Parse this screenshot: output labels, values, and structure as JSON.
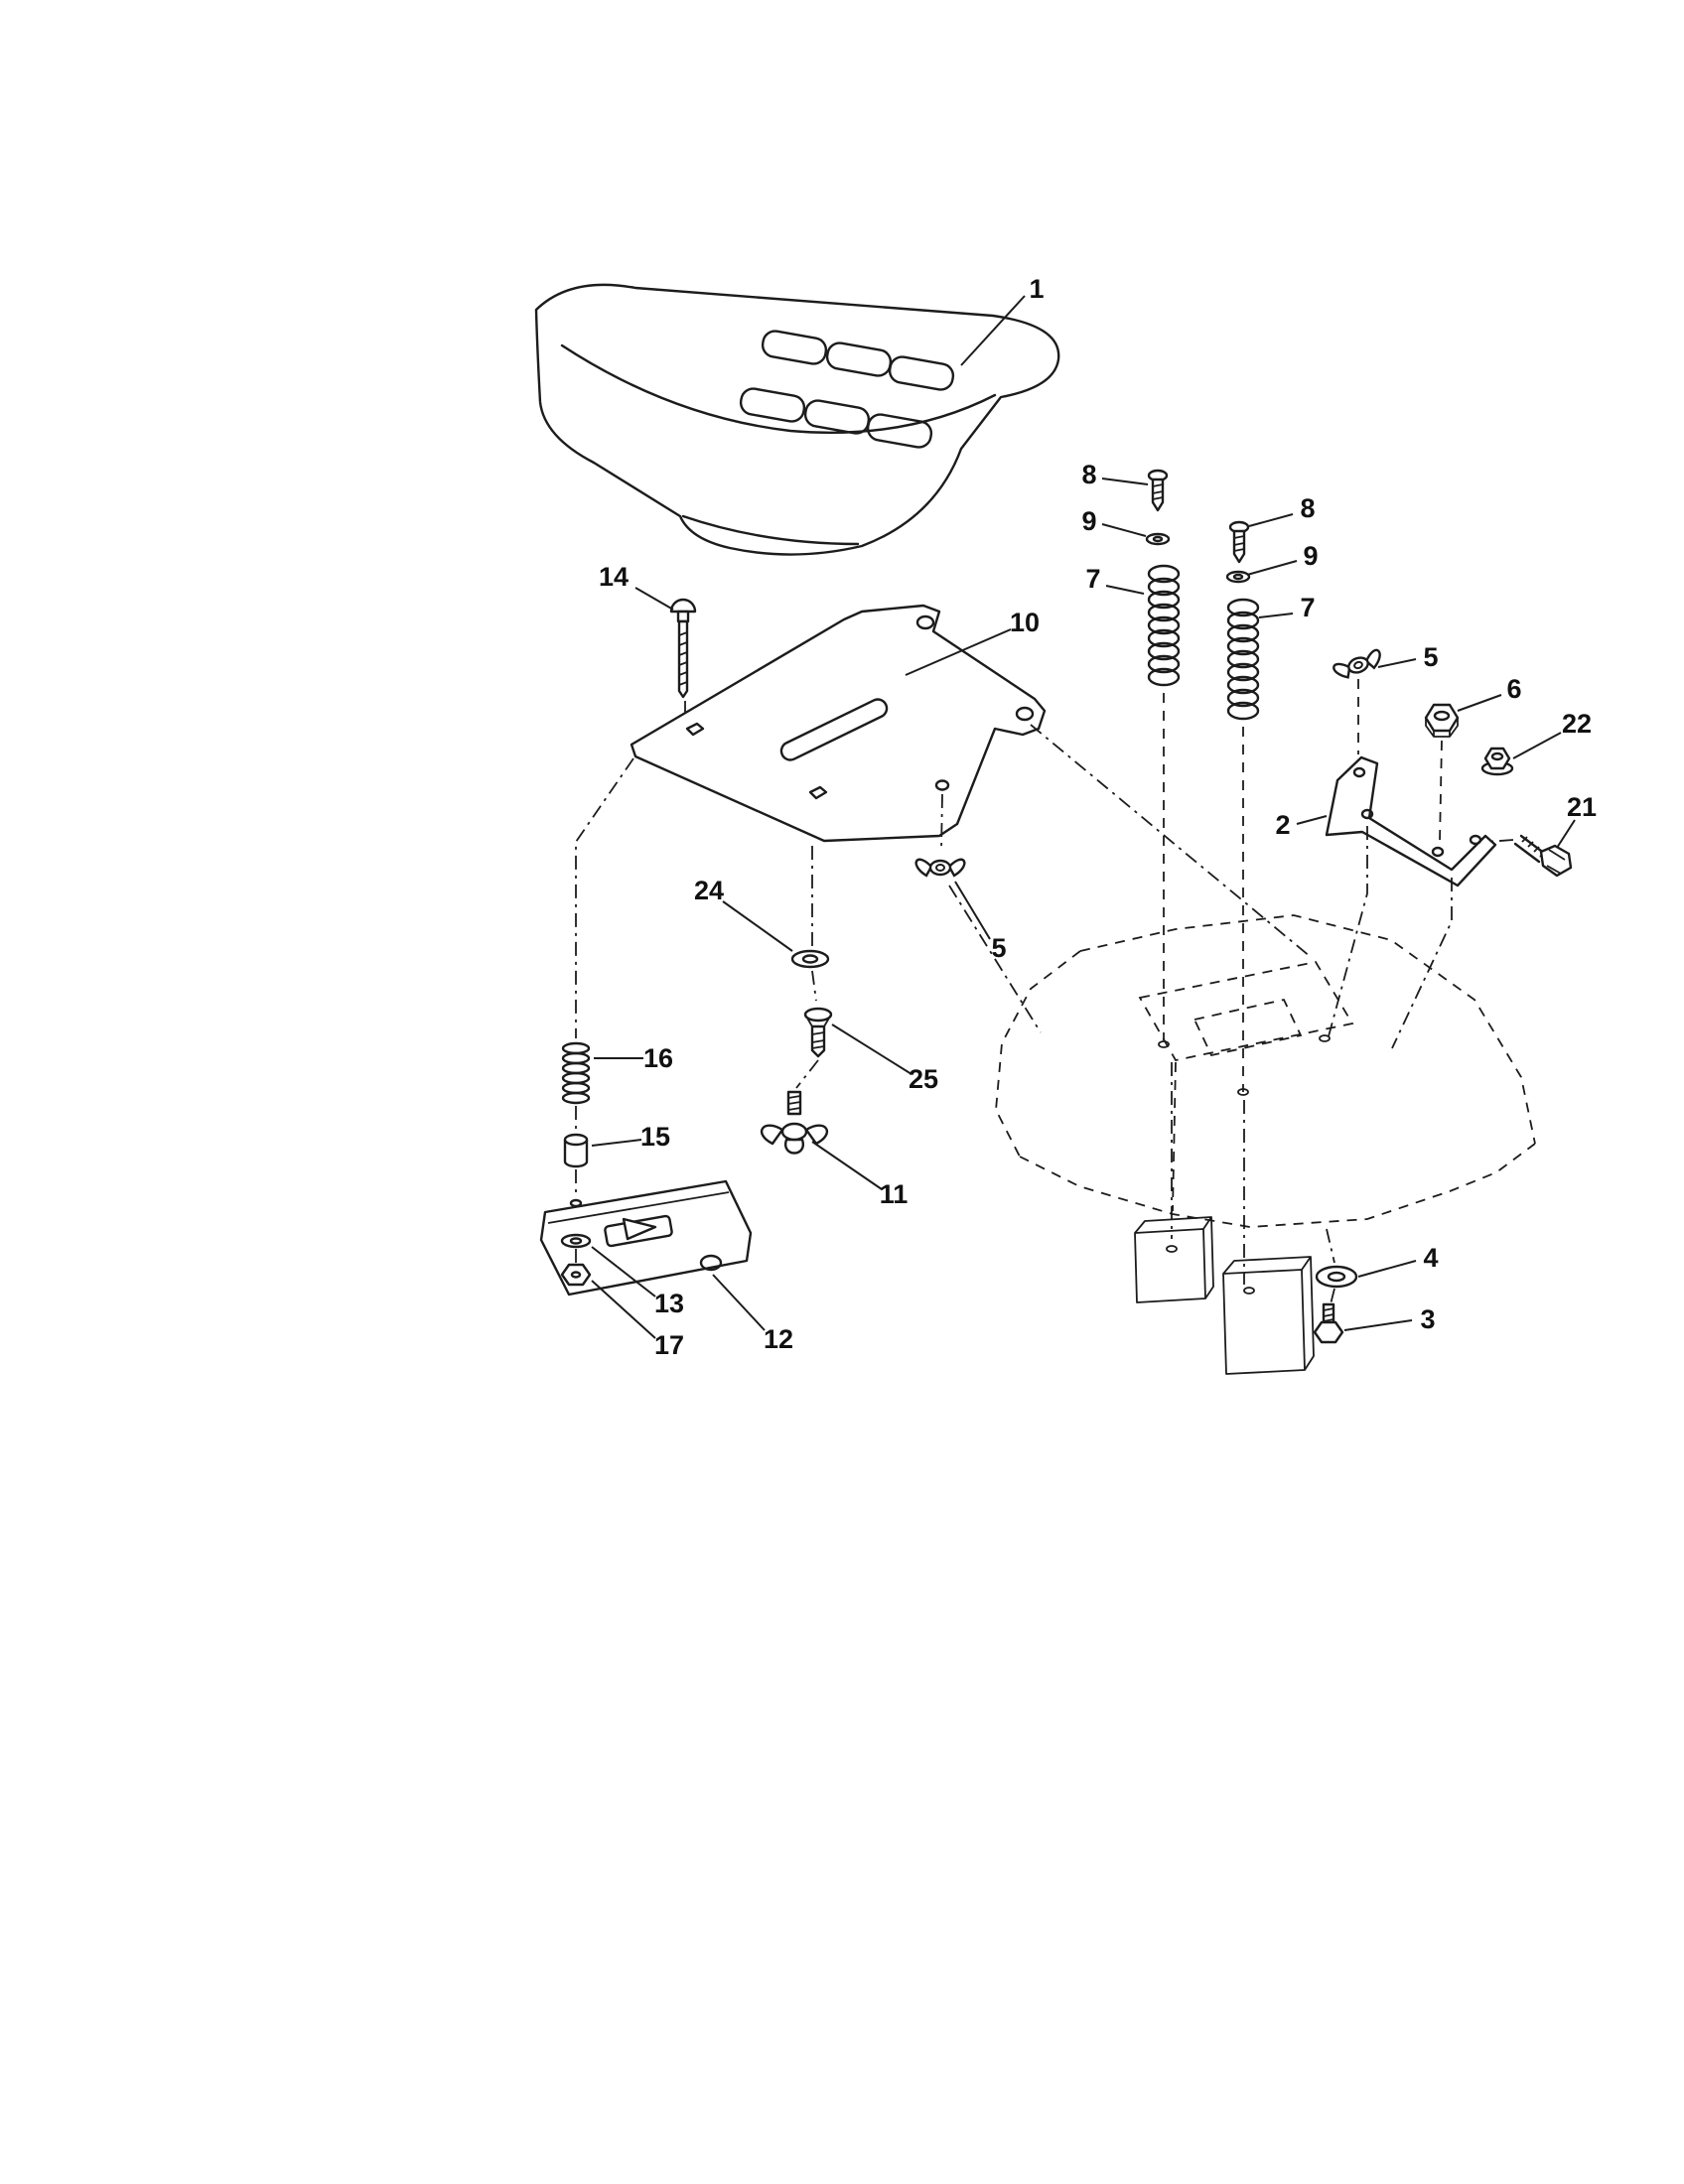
{
  "diagram": {
    "type": "exploded-parts-diagram",
    "subject": "seat-assembly",
    "colors": {
      "background": "#ffffff",
      "ink": "#1c1c1c"
    }
  },
  "callouts": {
    "n1": "1",
    "n2": "2",
    "n3": "3",
    "n4": "4",
    "n5T": "5",
    "n5B": "5",
    "n6": "6",
    "n7L": "7",
    "n7R": "7",
    "n8L": "8",
    "n8R": "8",
    "n9L": "9",
    "n9R": "9",
    "n10": "10",
    "n11": "11",
    "n12": "12",
    "n13": "13",
    "n14": "14",
    "n15": "15",
    "n16": "16",
    "n17": "17",
    "n21": "21",
    "n22": "22",
    "n24": "24",
    "n25": "25"
  }
}
